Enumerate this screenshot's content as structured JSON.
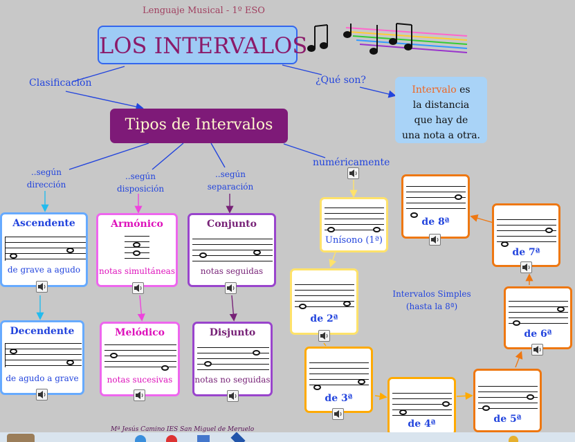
{
  "header": {
    "subtitle": "Lenguaje Musical - 1º ESO"
  },
  "main_title": "LOS INTERVALOS",
  "labels": {
    "clasificacion": "Clasificación",
    "que_son": "¿Qué son?",
    "numericamente": "numéricamente",
    "segun_direccion": "..según\ndirección",
    "segun_disposicion": "..según\ndisposición",
    "segun_separacion": "..según\nseparación"
  },
  "definition": {
    "term": "Intervalo",
    "rest_line1": " es",
    "line2": "la distancia",
    "line3": "que hay de",
    "line4": "una nota a otra."
  },
  "tipos": "Tipos de Intervalos",
  "simples": {
    "line1": "Intervalos Simples",
    "line2": "(hasta la 8ª)"
  },
  "cards": {
    "ascendente": {
      "title": "Ascendente",
      "sub": "de grave a agudo"
    },
    "decendente": {
      "title": "Decendente",
      "sub": "de agudo a grave"
    },
    "armonico": {
      "title": "Armónico",
      "sub": "notas simultáneas"
    },
    "melodico": {
      "title": "Melódico",
      "sub": "notas sucesivas"
    },
    "conjunto": {
      "title": "Conjunto",
      "sub": "notas seguidas"
    },
    "disjunto": {
      "title": "Disjunto",
      "sub": "notas no seguidas"
    },
    "unisono": {
      "label": "Unísono (1ª)"
    },
    "segunda": {
      "label": "de 2ª"
    },
    "tercera": {
      "label": "de 3ª"
    },
    "cuarta": {
      "label": "de 4ª"
    },
    "quinta": {
      "label": "de 5ª"
    },
    "sexta": {
      "label": "de 6ª"
    },
    "septima": {
      "label": "de 7ª"
    },
    "octava": {
      "label": "de 8ª"
    }
  },
  "footer": {
    "credit": "Mª Jesús Camino IES San Miguel de Meruelo"
  },
  "colors": {
    "blue_text": "#2244dd",
    "title_bg": "#9ecbf5",
    "tipos_bg": "#7e1a78",
    "blue_border": "#66aaff",
    "pink_border": "#ee66ee",
    "purple_border": "#9944cc",
    "yellow_border": "#ffdd55",
    "gold_border": "#ffaa00",
    "orange_border": "#ee7711"
  }
}
